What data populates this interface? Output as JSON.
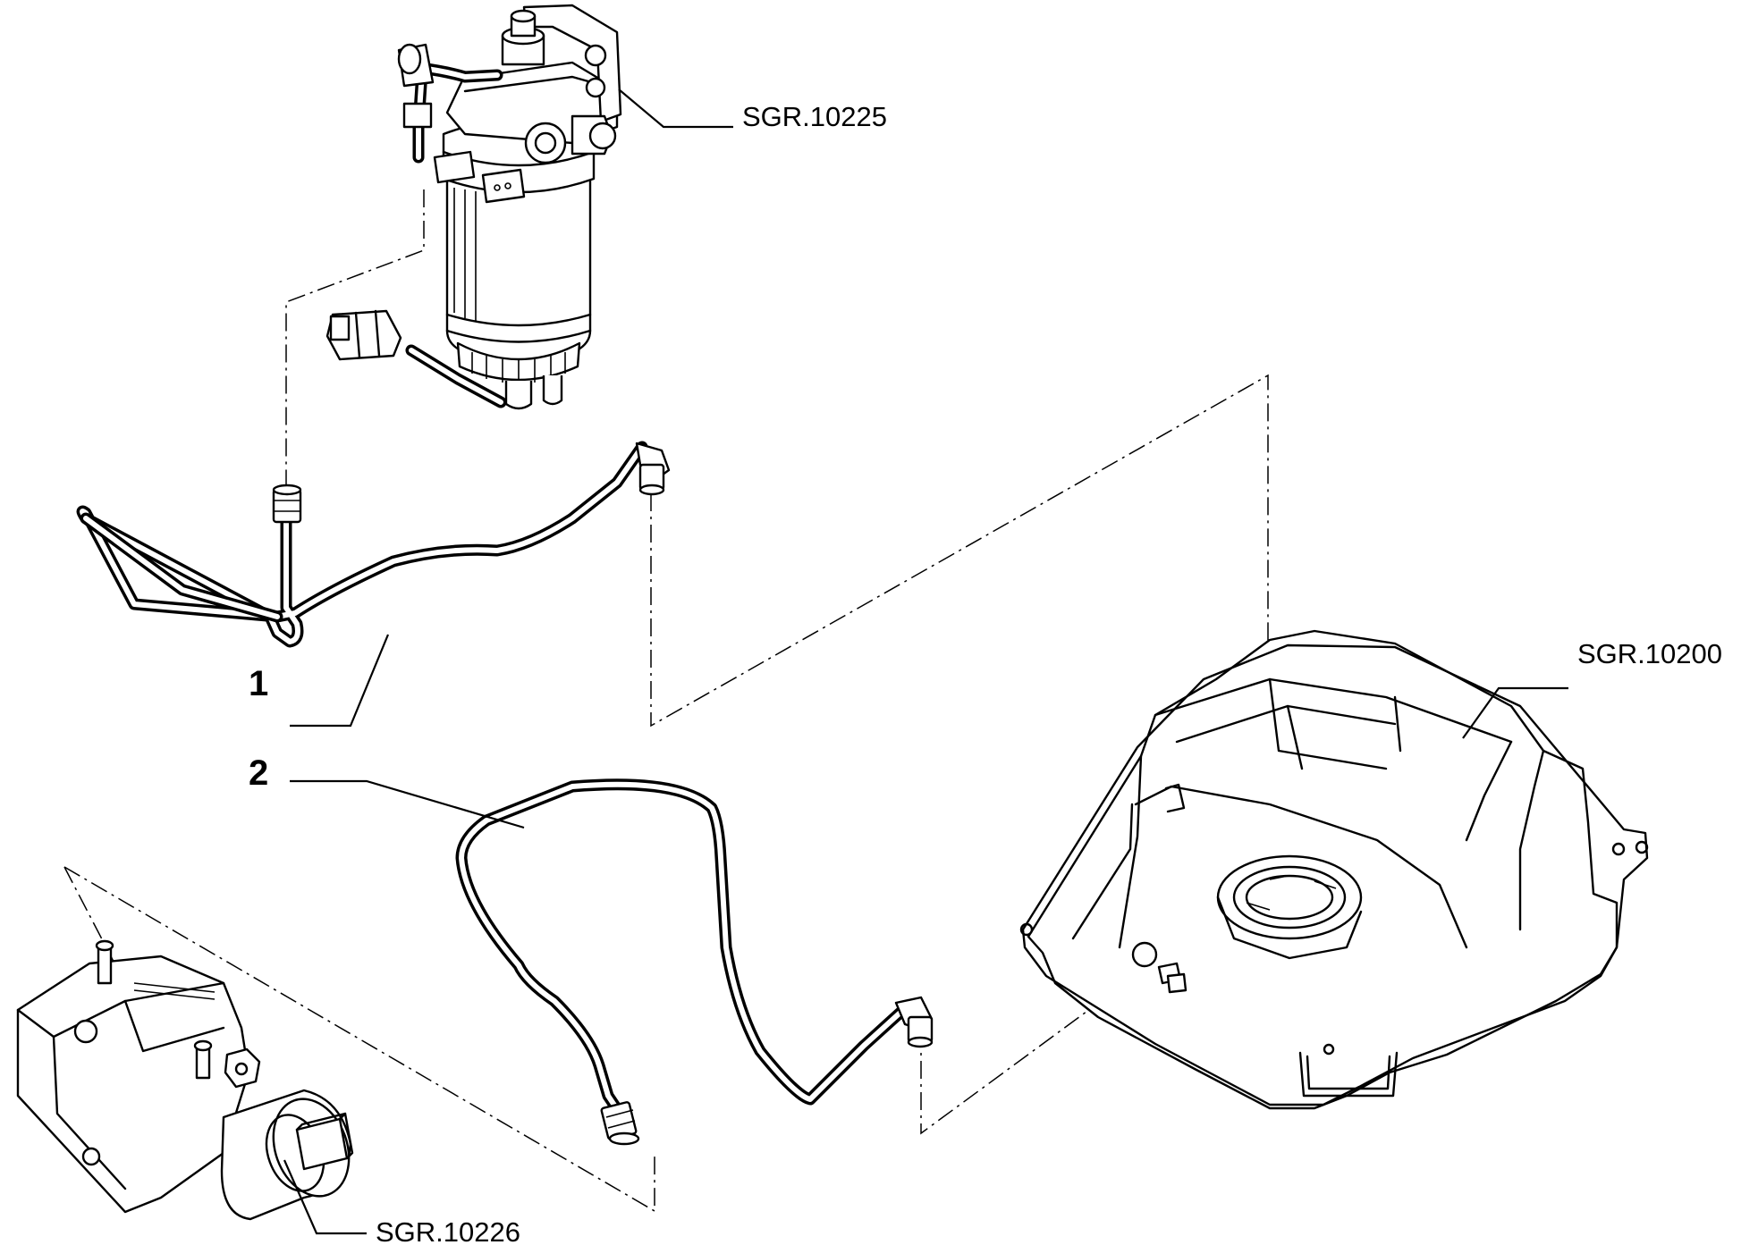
{
  "callouts": {
    "filter_ref": "SGR.10225",
    "tank_ref": "SGR.10200",
    "pump_ref": "SGR.10226"
  },
  "items": [
    {
      "number": "1"
    },
    {
      "number": "2"
    }
  ]
}
